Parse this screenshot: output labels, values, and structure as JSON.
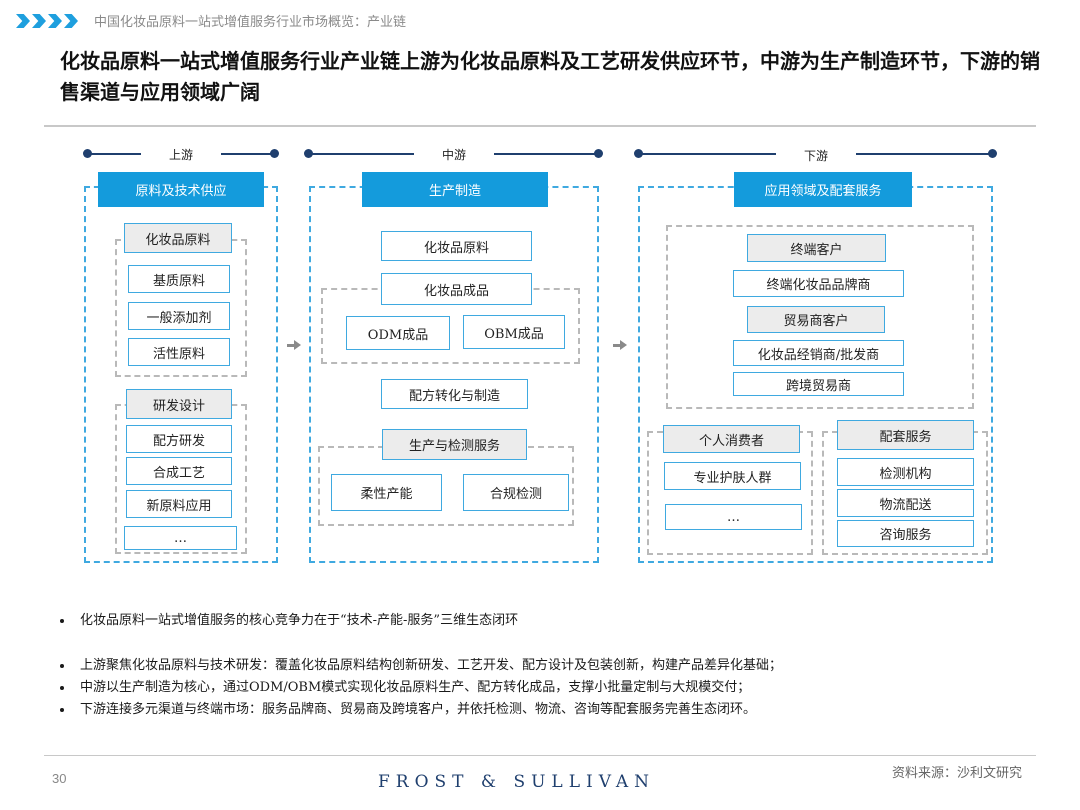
{
  "header": {
    "breadcrumb": "中国化妆品原料一站式增值服务行业市场概览：产业链",
    "title": "化妆品原料一站式增值服务行业产业链上游为化妆品原料及工艺研发供应环节，中游为生产制造环节，下游的销售渠道与应用领域广阔"
  },
  "stages": {
    "upstream": "上游",
    "midstream": "中游",
    "downstream": "下游"
  },
  "upstream": {
    "header": "原料及技术供应",
    "group1": {
      "title": "化妆品原料",
      "items": [
        "基质原料",
        "一般添加剂",
        "活性原料"
      ]
    },
    "group2": {
      "title": "研发设计",
      "items": [
        "配方研发",
        "合成工艺",
        "新原料应用",
        "…"
      ]
    }
  },
  "midstream": {
    "header": "生产制造",
    "raw": "化妆品原料",
    "finished": "化妆品成品",
    "odm": "ODM成品",
    "obm": "OBM成品",
    "formula": "配方转化与制造",
    "testing_service": "生产与检测服务",
    "flexible": "柔性产能",
    "compliance": "合规检测"
  },
  "downstream": {
    "header": "应用领域及配套服务",
    "customers": {
      "title": "终端客户",
      "items": [
        "终端化妆品品牌商",
        "贸易商客户",
        "化妆品经销商/批发商",
        "跨境贸易商"
      ]
    },
    "consumers": {
      "title": "个人消费者",
      "items": [
        "专业护肤人群",
        "…"
      ]
    },
    "support": {
      "title": "配套服务",
      "items": [
        "检测机构",
        "物流配送",
        "咨询服务"
      ]
    }
  },
  "bullets": {
    "lead": "化妆品原料一站式增值服务的核心竞争力在于“技术-产能-服务”三维生态闭环",
    "items": [
      "上游聚焦化妆品原料与技术研发：覆盖化妆品原料结构创新研发、工艺开发、配方设计及包装创新，构建产品差异化基础；",
      "中游以生产制造为核心，通过ODM/OBM模式实现化妆品原料生产、配方转化成品，支撑小批量定制与大规模交付；",
      "下游连接多元渠道与终端市场：服务品牌商、贸易商及跨境客户，并依托检测、物流、咨询等配套服务完善生态闭环。"
    ]
  },
  "footer": {
    "page_number": "30",
    "brand": "FROST & SULLIVAN",
    "source": "资料来源：沙利文研究"
  },
  "colors": {
    "accent": "#149bdc",
    "navy": "#1f3f6e",
    "dash": "#3fa9e0"
  }
}
